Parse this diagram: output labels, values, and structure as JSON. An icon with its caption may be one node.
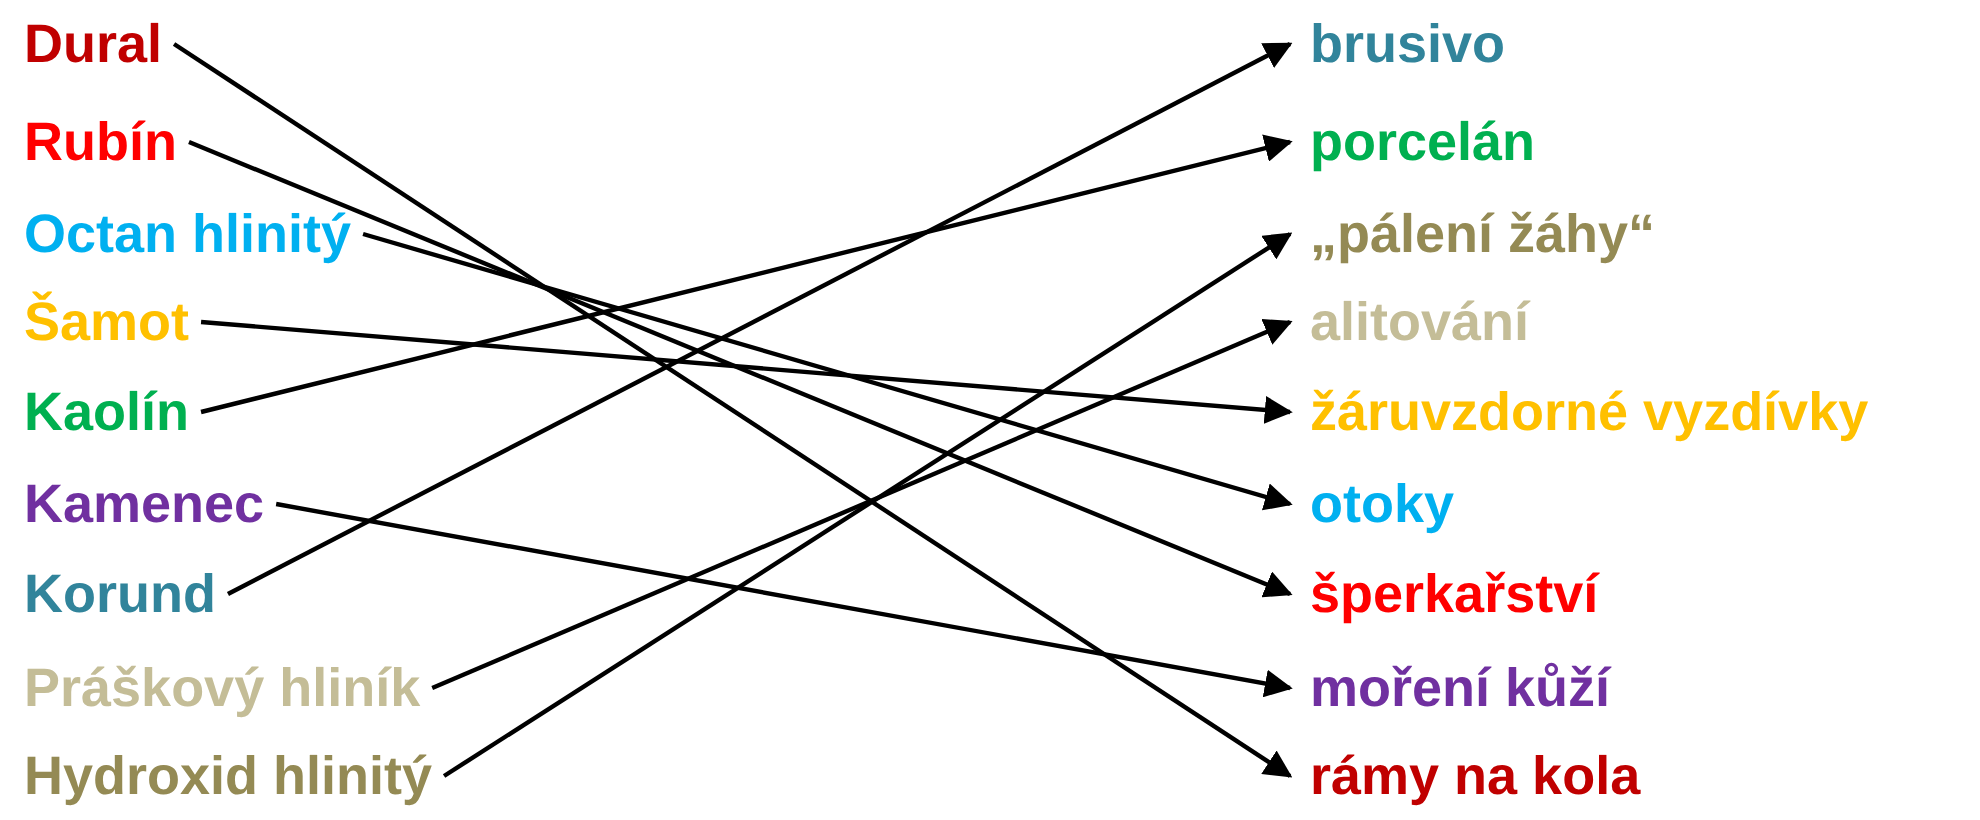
{
  "diagram": {
    "nodes": [
      {
        "text": [
          "Dural"
        ]
      },
      {
        "text": [
          "Rubín"
        ]
      },
      {
        "text": [
          "Octan hlinitý"
        ]
      },
      {
        "text": [
          "Šamot"
        ]
      },
      {
        "text": [
          "Kaolín"
        ]
      },
      {
        "text": [
          "Kamenec"
        ]
      },
      {
        "text": [
          "Korund"
        ]
      },
      {
        "text": [
          "Práškový hliník"
        ]
      },
      {
        "text": [
          "Hydroxid hlinitý"
        ]
      },
      {
        "text": [
          "brusivo"
        ]
      },
      {
        "text": [
          "porcelán"
        ]
      },
      {
        "text": [
          "„pálení žáhy“"
        ]
      },
      {
        "text": [
          "alitování"
        ]
      },
      {
        "text": [
          "žáruvzdorné vyzdívky"
        ]
      },
      {
        "text": [
          "otoky"
        ]
      },
      {
        "text": [
          "šperkařství"
        ]
      },
      {
        "text": [
          "moření kůží"
        ]
      },
      {
        "text": [
          "rámy na kola"
        ]
      }
    ],
    "edges": [
      {
        "from": 0,
        "to": 17,
        "arrow": "to"
      },
      {
        "from": 1,
        "to": 15,
        "arrow": "to"
      },
      {
        "from": 2,
        "to": 14,
        "arrow": "to"
      },
      {
        "from": 3,
        "to": 13,
        "arrow": "to"
      },
      {
        "from": 4,
        "to": 10,
        "arrow": "to"
      },
      {
        "from": 5,
        "to": 16,
        "arrow": "to"
      },
      {
        "from": 6,
        "to": 9,
        "arrow": "to"
      },
      {
        "from": 7,
        "to": 12,
        "arrow": "to"
      },
      {
        "from": 8,
        "to": 11,
        "arrow": "to"
      }
    ]
  }
}
